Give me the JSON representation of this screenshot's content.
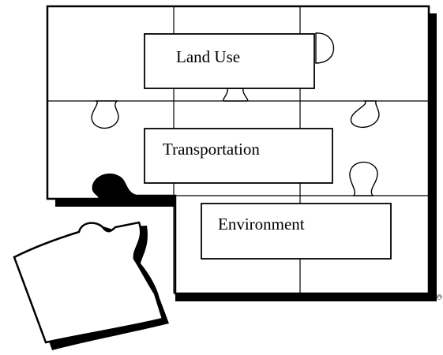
{
  "diagram": {
    "labels": {
      "land_use": "Land Use",
      "transportation": "Transportation",
      "environment": "Environment"
    },
    "corner_mark": "©"
  },
  "colors": {
    "line": "#000000",
    "fill": "#ffffff",
    "shadow": "#000000"
  }
}
